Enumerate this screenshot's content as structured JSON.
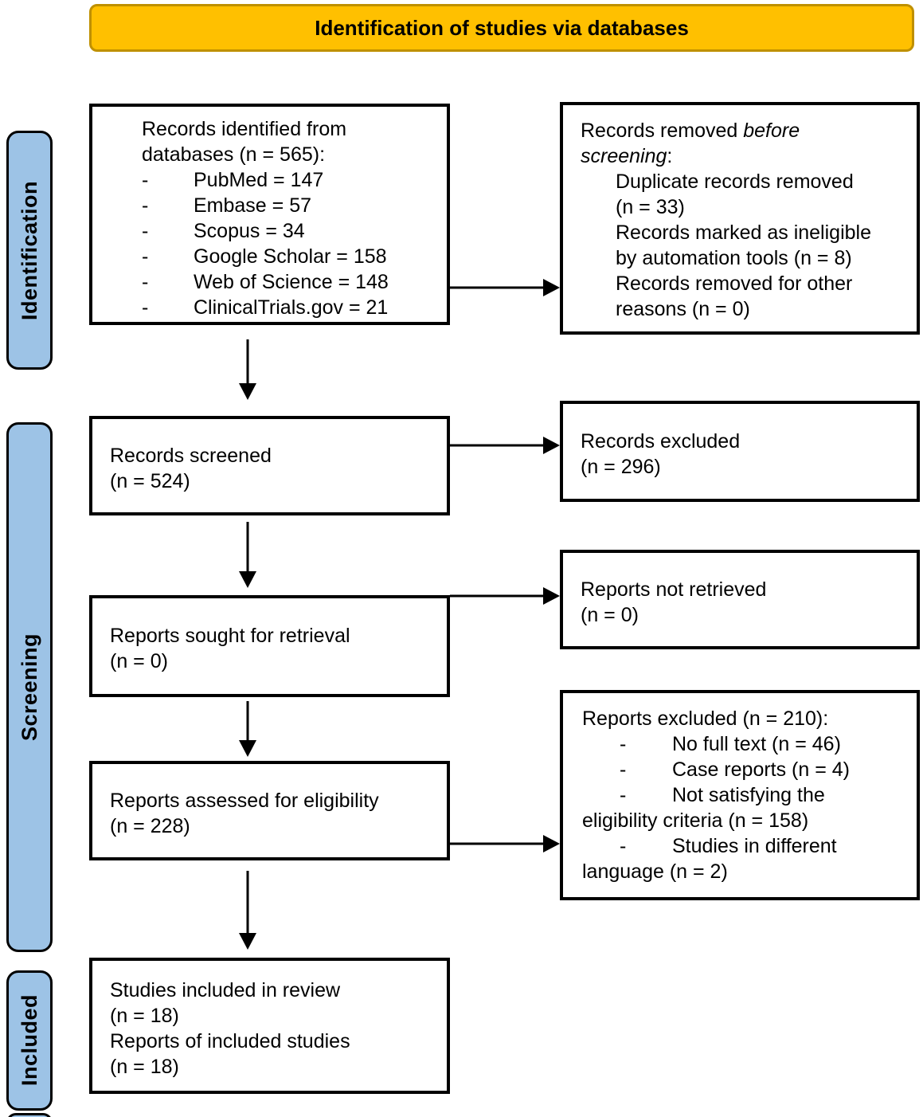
{
  "glyphs": {
    "dash": "-"
  },
  "colors": {
    "banner_bg": "#FFC000",
    "banner_border": "#BF9000",
    "sidebar_bg": "#9DC3E6",
    "box_border": "#000000"
  },
  "banner": {
    "title": "Identification of studies via databases"
  },
  "sidebars": {
    "identification": "Identification",
    "screening": "Screening",
    "included": "Included"
  },
  "boxes": {
    "records_identified": {
      "intro": [
        "Records identified from",
        "databases (n = 565):"
      ],
      "items": [
        "PubMed = 147",
        "Embase = 57",
        "Scopus = 34",
        "Google Scholar = 158",
        "Web of Science = 148",
        "ClinicalTrials.gov = 21"
      ]
    },
    "records_removed": {
      "title_normal": "Records removed ",
      "title_italic_1": "before",
      "title_italic_2": "screening",
      "title_colon": ":",
      "lines": [
        "Duplicate records removed",
        "(n = 33)",
        "Records marked as ineligible",
        "by automation tools (n = 8)",
        "Records removed for other",
        "reasons (n = 0)"
      ]
    },
    "records_screened": {
      "lines": [
        "Records screened",
        "(n = 524)"
      ]
    },
    "records_excluded": {
      "lines": [
        "Records excluded",
        "(n = 296)"
      ]
    },
    "reports_sought": {
      "lines": [
        "Reports sought for retrieval",
        "(n = 0)"
      ]
    },
    "reports_not_retrieved": {
      "lines": [
        "Reports not retrieved",
        "(n = 0)"
      ]
    },
    "reports_assessed": {
      "lines": [
        "Reports assessed for eligibility",
        "(n = 228)"
      ]
    },
    "reports_excluded": {
      "title": "Reports excluded (n = 210):",
      "lines": [
        {
          "dash": true,
          "text": "No full text (n = 46)"
        },
        {
          "dash": true,
          "text": "Case reports (n = 4)"
        },
        {
          "dash": true,
          "text": "Not satisfying the"
        },
        {
          "dash": false,
          "text": "eligibility criteria (n = 158)"
        },
        {
          "dash": true,
          "text": "Studies in different"
        },
        {
          "dash": false,
          "text": "language (n = 2)"
        }
      ]
    },
    "studies_included": {
      "lines": [
        "Studies included in review",
        "(n = 18)",
        "Reports of included studies",
        "(n = 18)"
      ]
    }
  }
}
